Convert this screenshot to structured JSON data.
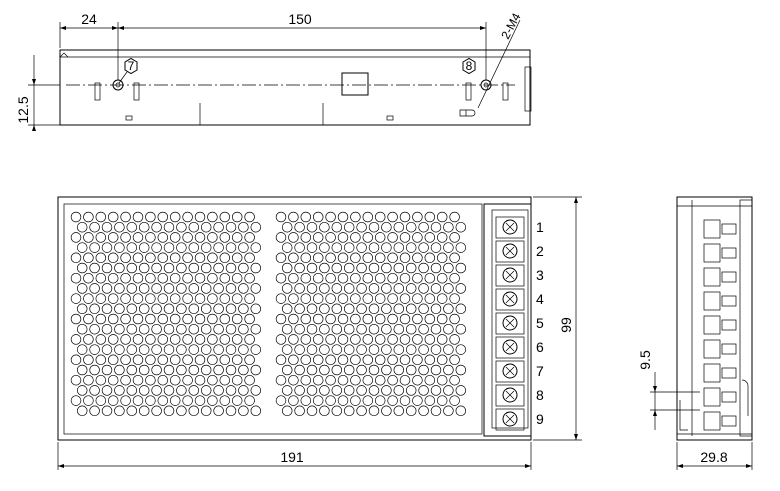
{
  "dimensions": {
    "hole_offset": "24",
    "hole_spacing": "150",
    "screw_spec": "2-M4",
    "hole_height": "12.5",
    "length": "191",
    "width": "99",
    "height": "29.8",
    "terminal_pitch_offset": "9.5"
  },
  "callouts": {
    "left_hole": "7",
    "right_hole": "8"
  },
  "terminals": [
    "1",
    "2",
    "3",
    "4",
    "5",
    "6",
    "7",
    "8",
    "9"
  ]
}
